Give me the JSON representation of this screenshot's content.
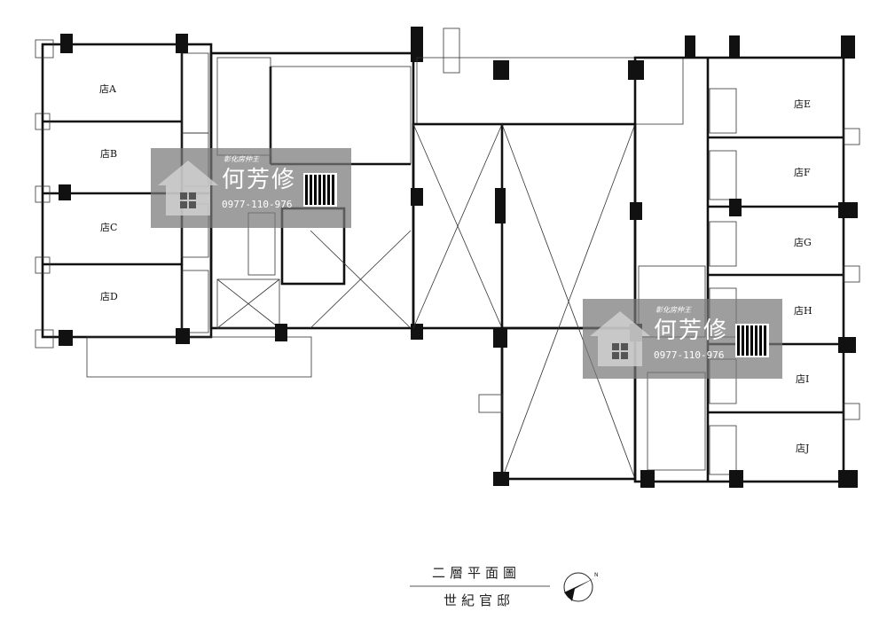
{
  "plan": {
    "title": "二層平面圖",
    "subtitle": "世紀官邸",
    "north_label": "N",
    "shops_left": [
      "店A",
      "店B",
      "店C",
      "店D"
    ],
    "shops_right": [
      "店E",
      "店F",
      "店G",
      "店H",
      "店I",
      "店J"
    ]
  },
  "watermark": {
    "brand": "彰化房仲王",
    "name": "何芳修",
    "phone": "0977-110-976"
  }
}
